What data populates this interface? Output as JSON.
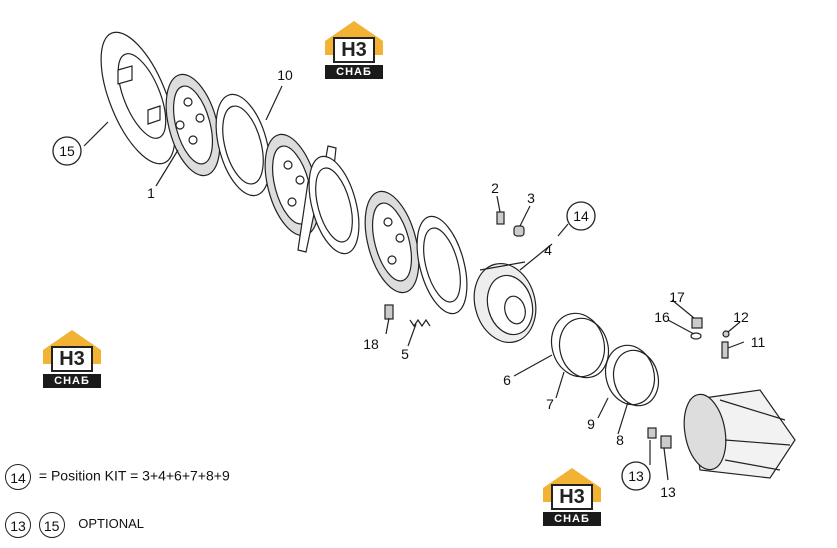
{
  "logo": {
    "mark": "H3",
    "text": "СНАБ",
    "accent": "#f2b233"
  },
  "callouts": {
    "c1": "1",
    "c2": "2",
    "c3": "3",
    "c4": "4",
    "c5": "5",
    "c6": "6",
    "c7": "7",
    "c8": "8",
    "c9": "9",
    "c10": "10",
    "c11": "11",
    "c12": "12",
    "c13": "13",
    "c16": "16",
    "c17": "17",
    "c18": "18"
  },
  "circled": {
    "k14": "14",
    "k13": "13",
    "k15": "15"
  },
  "legend": {
    "kit_number": "14",
    "kit_text": "= Position KIT = 3+4+6+7+8+9",
    "optional_a": "13",
    "optional_b": "15",
    "optional_text": "OPTIONAL"
  }
}
